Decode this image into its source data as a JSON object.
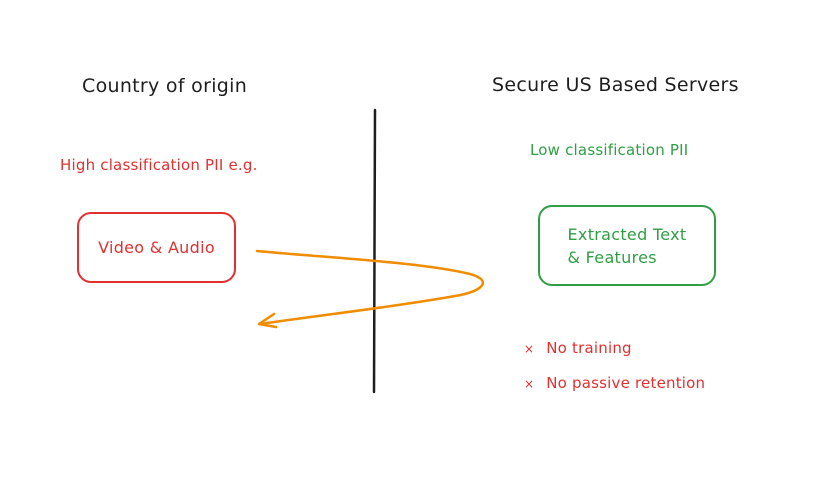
{
  "left": {
    "heading": "Country of origin",
    "sublabel": "High classification PII e.g.",
    "box_label": "Video & Audio"
  },
  "right": {
    "heading": "Secure US Based Servers",
    "sublabel": "Low classification PII",
    "box_label": "Extracted Text\n& Features",
    "notes": [
      {
        "mark": "×",
        "text": "No training"
      },
      {
        "mark": "×",
        "text": "No passive retention"
      }
    ]
  },
  "colors": {
    "high_pii": "#e03131",
    "low_pii": "#2f9e44",
    "arrow": "#f08c00",
    "divider": "#1e1e1e"
  }
}
